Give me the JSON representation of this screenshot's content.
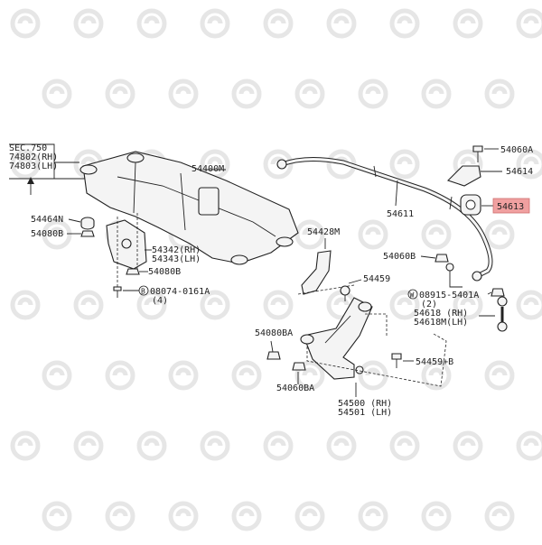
{
  "colors": {
    "highlight": "#f0a0a0",
    "ink": "#222222",
    "watermark": "#e6e6e6"
  },
  "labels": {
    "sec750": "SEC.750",
    "sec_rh": "74802(RH)",
    "sec_lh": "74803(LH)",
    "p54400M": "54400M",
    "p54464N": "54464N",
    "p54080B_a": "54080B",
    "p54342": "54342(RH)",
    "p54343": "54343(LH)",
    "p54080B_b": "54080B",
    "p08074_bolt": "08074-0161A",
    "p08074_qty": "(4)",
    "p54428M": "54428M",
    "p54060B": "54060B",
    "p54459": "54459",
    "p54060A": "54060A",
    "p54614": "54614",
    "p54611": "54611",
    "p54613": "54613",
    "p08915_nut": "08915-5401A",
    "p08915_qty": "(2)",
    "p54618": "54618 (RH)",
    "p54618M": "54618M(LH)",
    "p54080BA": "54080BA",
    "p54459B": "54459+B",
    "p54060BA": "54060BA",
    "p54500": "54500 (RH)",
    "p54501": "54501 (LH)"
  },
  "callout_marks": {
    "bolt_circle": "B",
    "nut_circle": "W"
  }
}
